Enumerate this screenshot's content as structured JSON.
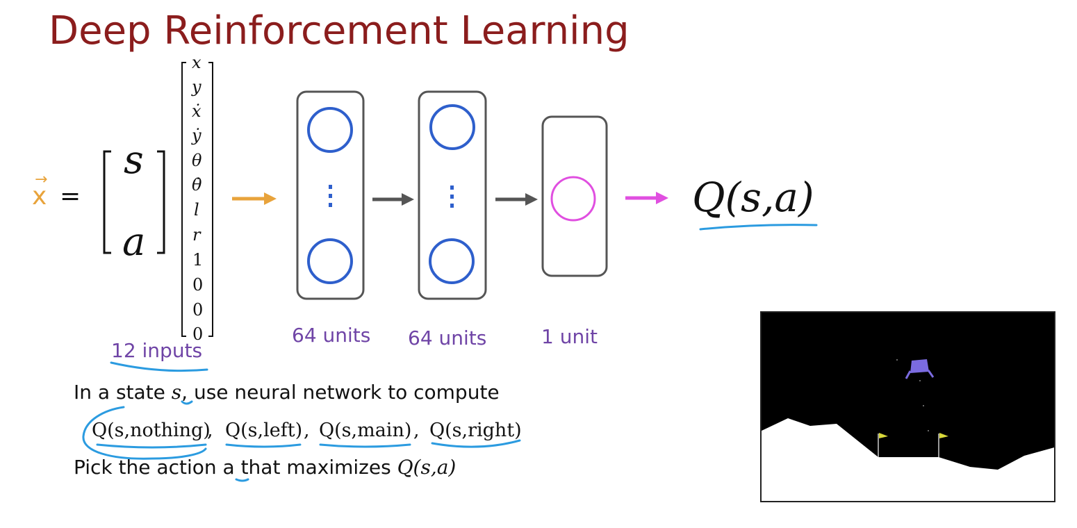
{
  "title": "Deep Reinforcement Learning",
  "input": {
    "vector_symbol": "x",
    "equals": "=",
    "state_symbol": "s",
    "action_symbol": "a",
    "features": [
      "x",
      "y",
      "ẋ",
      "ẏ",
      "θ",
      "θ̇",
      "l",
      "r",
      "1",
      "0",
      "0",
      "0"
    ],
    "count_label": "12 inputs"
  },
  "layers": [
    {
      "label": "64 units"
    },
    {
      "label": "64 units"
    },
    {
      "label": "1 unit"
    }
  ],
  "output": {
    "label": "Q(s,a)"
  },
  "text": {
    "line1_prefix": "In a state ",
    "line1_state": "s",
    "line1_suffix": ", use neural network to compute",
    "q_values": [
      "Q(s,nothing)",
      "Q(s,left)",
      "Q(s,main)",
      "Q(s,right)"
    ],
    "line3_prefix": "Pick the action ",
    "line3_action": "a",
    "line3_middle": " that maximizes ",
    "line3_q": "Q(s,a)"
  },
  "colors": {
    "title": "#8b1d1d",
    "input_arrow": "#e8a33b",
    "output_arrow": "#e04fe0",
    "neuron": "#2e5fcc",
    "output_neuron": "#e04fe0",
    "units_label": "#6f44a6",
    "annotation": "#2b9be0",
    "lander": "#7b6be0",
    "flag": "#d8d83a"
  }
}
